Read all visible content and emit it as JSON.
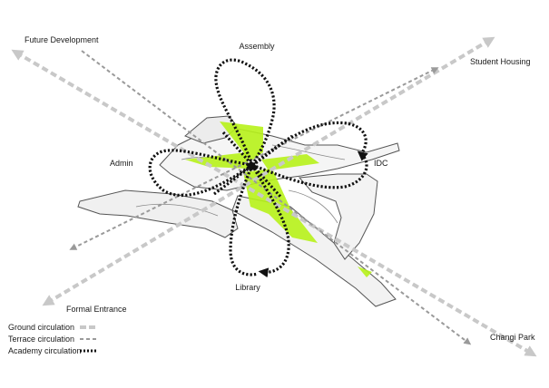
{
  "destinations": {
    "future_development": "Future Development",
    "student_housing": "Student Housing",
    "formal_entrance": "Formal Entrance",
    "changi_park": "Changi Park"
  },
  "programs": {
    "assembly": "Assembly",
    "admin": "Admin",
    "idc": "IDC",
    "library": "Library"
  },
  "legend": [
    {
      "label": "Ground circulation",
      "line_style": "ground"
    },
    {
      "label": "Terrace circulation",
      "line_style": "terrace"
    },
    {
      "label": "Academy circulation",
      "line_style": "academy"
    }
  ],
  "colors": {
    "ground_circulation": "#c8c8c8",
    "terrace_circulation": "#9a9a9a",
    "academy_circulation": "#111111",
    "green_accent": "#b7f21a",
    "building_fill": "#f2f2f2",
    "building_outline": "#555555"
  }
}
